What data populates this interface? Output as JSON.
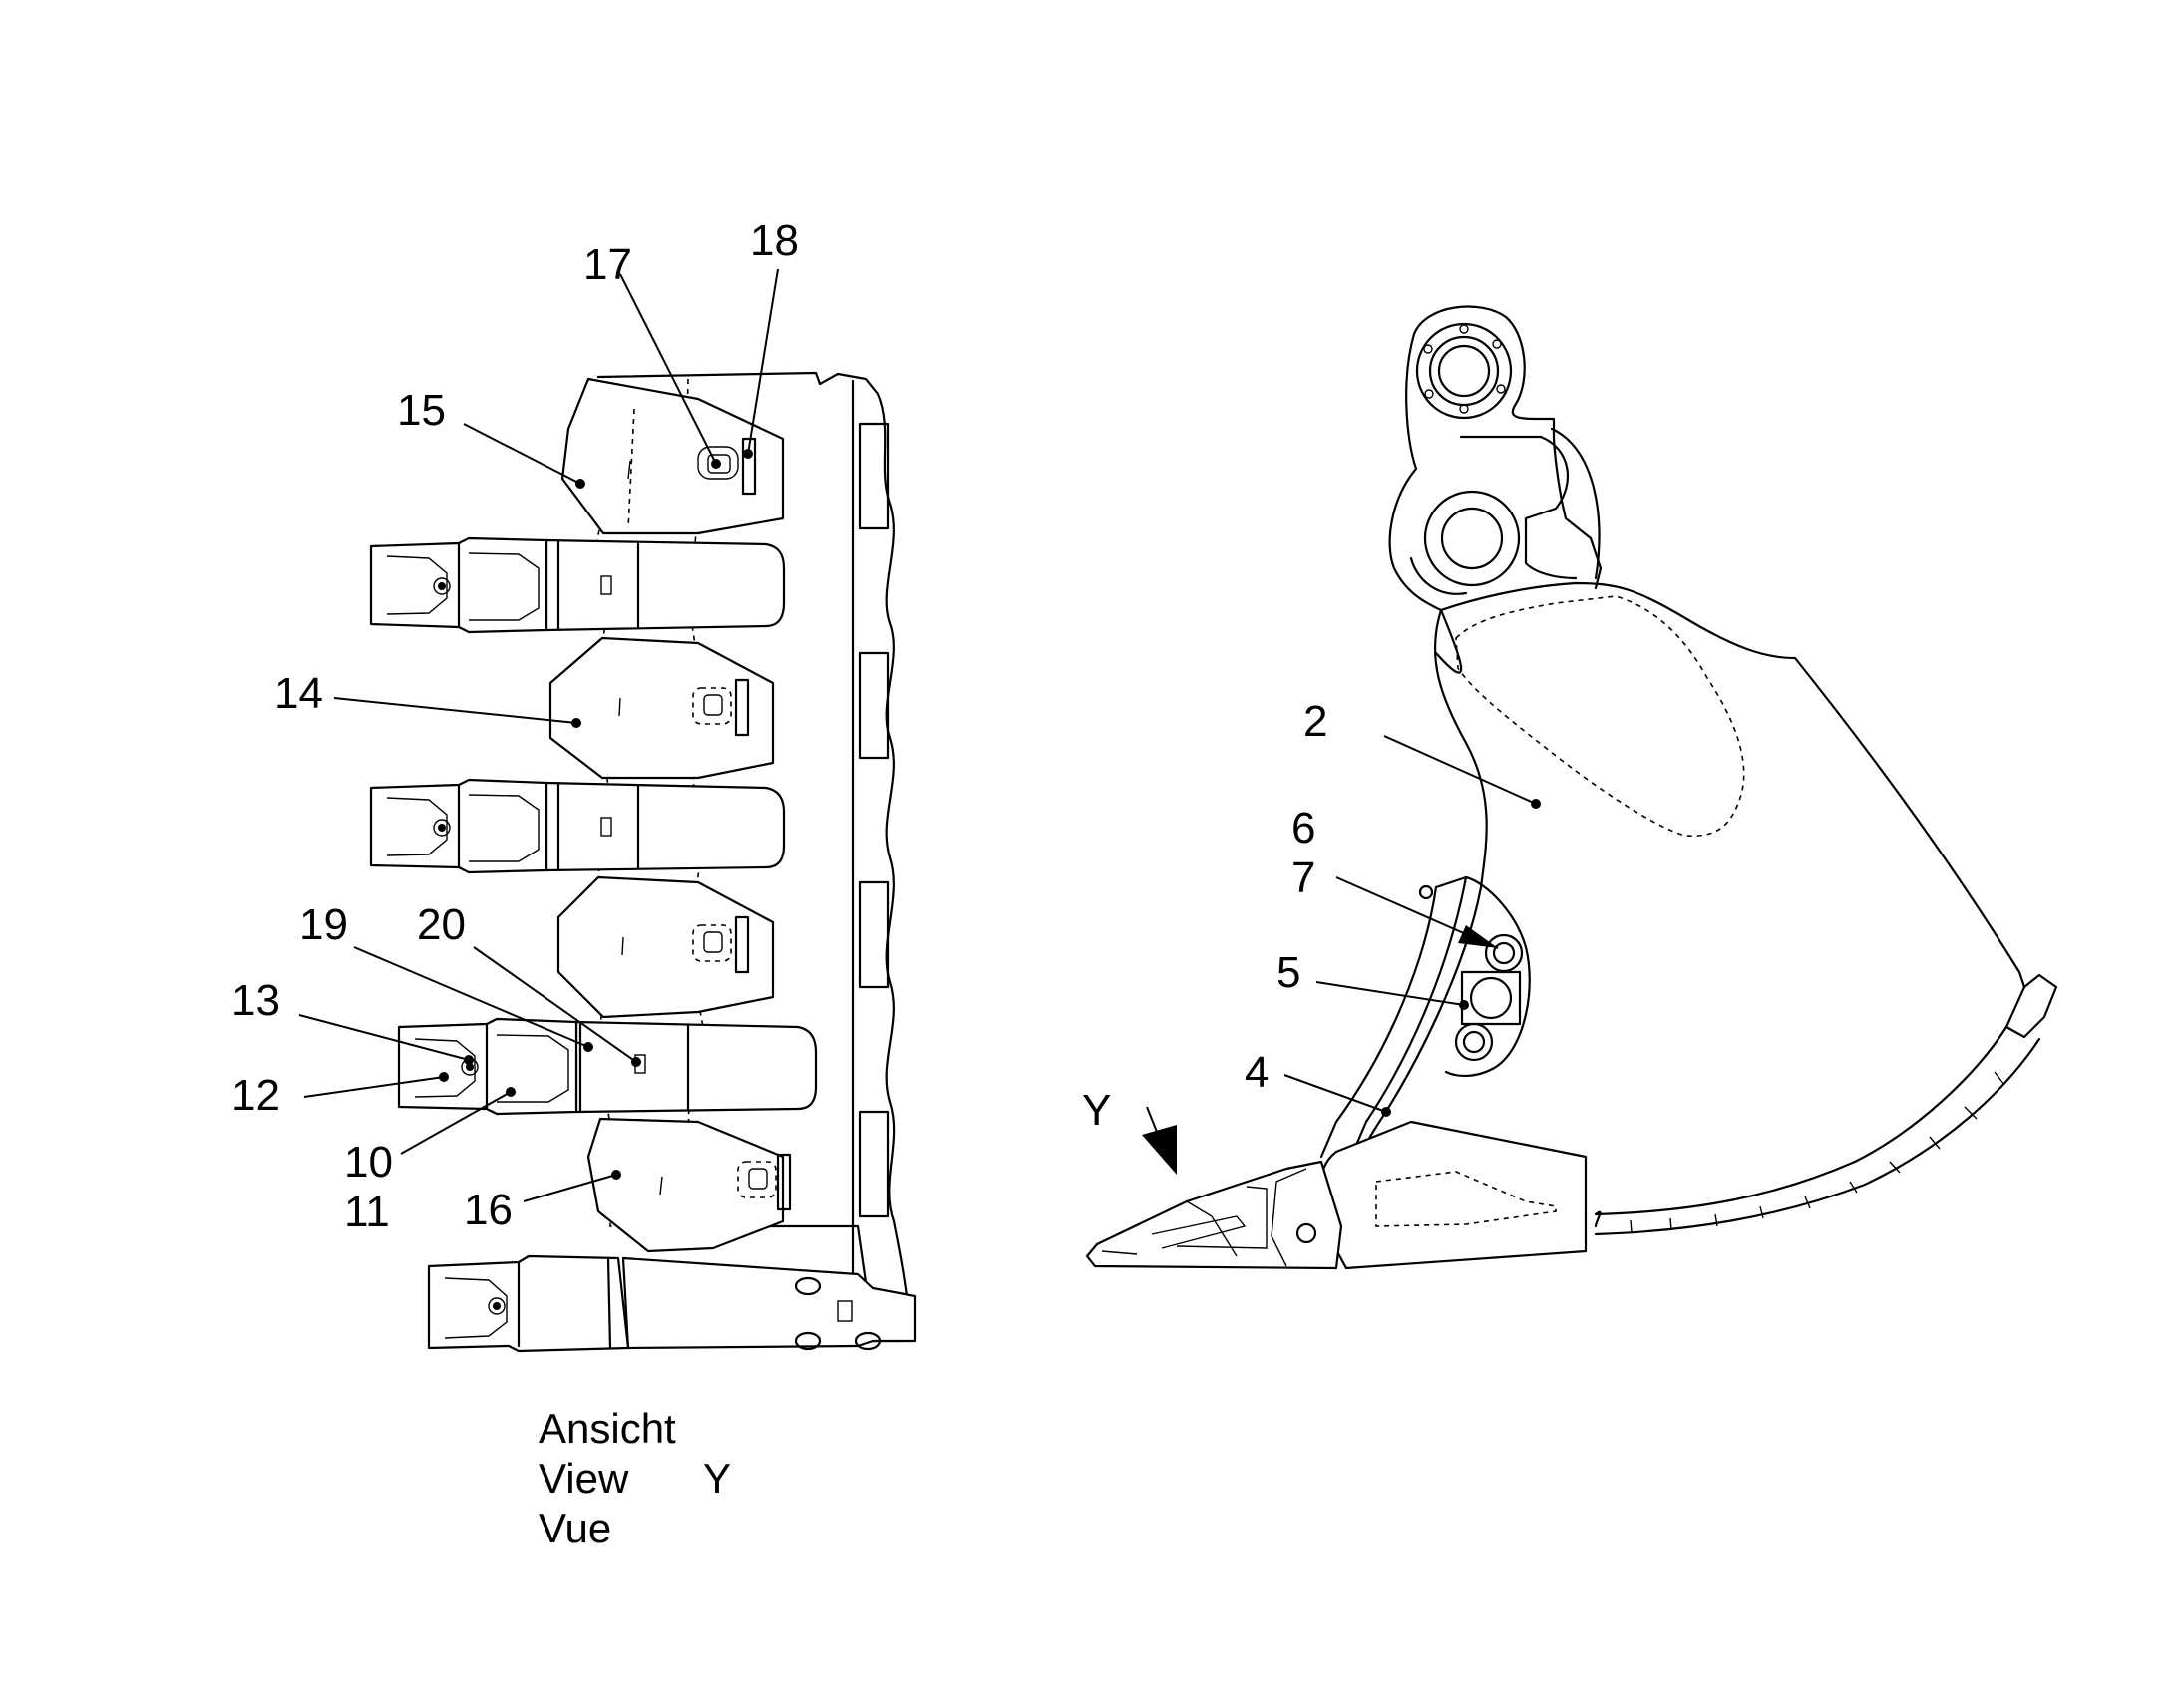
{
  "part_numbers": {
    "n2": "2",
    "n4": "4",
    "n5": "5",
    "n6": "6",
    "n7": "7",
    "n10": "10",
    "n11": "11",
    "n12": "12",
    "n13": "13",
    "n14": "14",
    "n15": "15",
    "n16": "16",
    "n17": "17",
    "n18": "18",
    "n19": "19",
    "n20": "20"
  },
  "view_arrow_label": "Y",
  "view_caption": {
    "line1": "Ansicht",
    "line2": "View",
    "line3": "Vue",
    "letter": "Y"
  }
}
